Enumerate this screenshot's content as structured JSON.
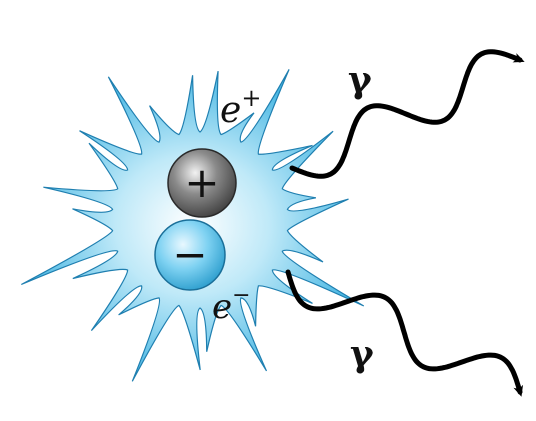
{
  "particles": {
    "positron": {
      "label": "e",
      "superscript": "+",
      "sign": "+"
    },
    "electron": {
      "label": "e",
      "superscript": "−",
      "sign": "−"
    }
  },
  "photons": {
    "upper": {
      "label": "γ"
    },
    "lower": {
      "label": "γ"
    }
  },
  "colors": {
    "burst_center": "#ffffff",
    "burst_mid": "#bfe9f8",
    "burst_edge": "#49b7e3",
    "burst_outline": "#1f7fb0",
    "positron_ball": "#8a8a8a",
    "electron_ball": "#7fd2f2",
    "wave": "#000000"
  }
}
